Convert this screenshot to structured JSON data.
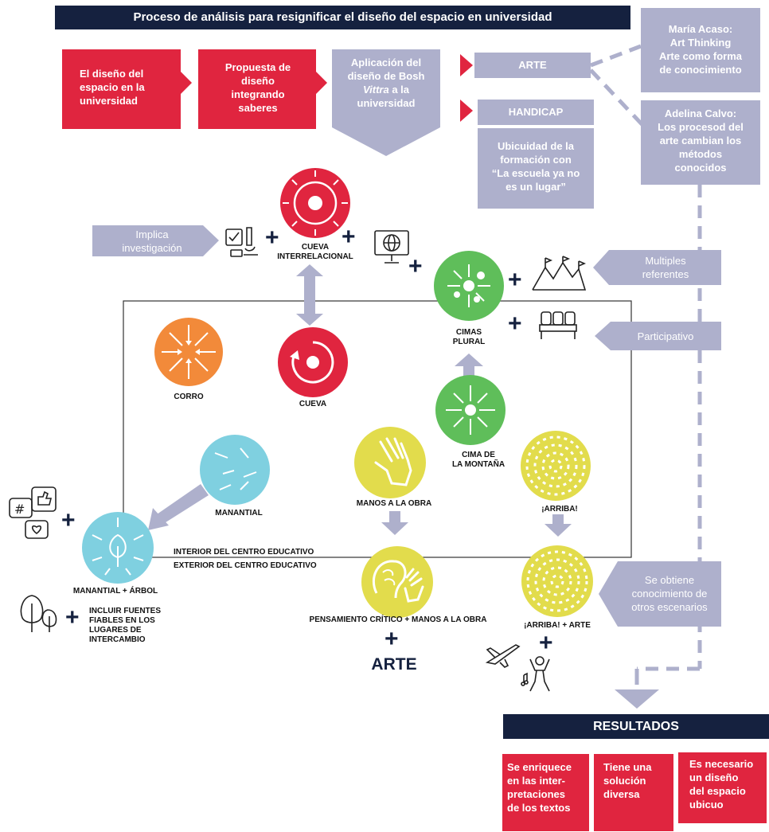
{
  "title": "Proceso de análisis para resignificar el diseño del espacio en universidad",
  "process": {
    "step1": "El diseño del\nespacio en la\nuniversidad",
    "step2": "Propuesta de\ndiseño\nintegrando\nsaberes",
    "step3_line1": "Aplicación del",
    "step3_line2": "diseño de Bosh",
    "step3_vittra": "Vittra",
    "step3_line3b": " a la",
    "step3_line4": "universidad",
    "arte": "ARTE",
    "handicap": "HANDICAP",
    "handicap_desc": "Ubicuidad de la\nformación con\n“La escuela ya no\nes un lugar”"
  },
  "authors": {
    "acaso": "María Acaso:\nArt Thinking\nArte como forma\nde conocimiento",
    "calvo": "Adelina Calvo:\nLos procesod del\narte cambian los\nmétodos\nconocidos"
  },
  "side_notes": {
    "investigacion": "Implica\ninvestigación",
    "referentes": "Multiples\nreferentes",
    "participativo": "Participativo",
    "escenarios": "Se obtiene\nconocimiento de\notros escenarios"
  },
  "spaces": {
    "cueva_inter": "CUEVA\nINTERRELACIONAL",
    "cimas": "CIMAS\nPLURAL",
    "corro": "CORRO",
    "cueva": "CUEVA",
    "cima": "CIMA DE\nLA MONTAÑA",
    "manantial": "MANANTIAL",
    "manos": "MANOS A LA OBRA",
    "arriba": "¡ARRIBA!",
    "manantial_arbol": "MANANTIAL + ÁRBOL",
    "pensamiento": "PENSAMIENTO CRÍTICO + MANOS A LA OBRA",
    "arriba_arte": "¡ARRIBA! + ARTE",
    "fuentes": "INCLUIR FUENTES\nFIABLES EN LOS\nLUGARES DE\nINTERCAMBIO",
    "arte_big": "ARTE"
  },
  "boundary": {
    "interior": "INTERIOR DEL CENTRO EDUCATIVO",
    "exterior": "EXTERIOR DEL CENTRO EDUCATIVO"
  },
  "results": {
    "header": "RESULTADOS",
    "r1": "Se enriquece\nen las inter-\npretaciones\nde los textos",
    "r2": "Tiene una\nsolución\ndiversa",
    "r3": "Es necesario\nun diseño\ndel espacio\nubicuo"
  },
  "plus_sign": "+",
  "colors": {
    "navy": "#15213f",
    "red": "#e0253f",
    "grey": "#aeb0cc",
    "orange": "#f28a3a",
    "green": "#5fbe5a",
    "cyan": "#7fd0e0",
    "yellow": "#e2dc4c"
  },
  "icons": [
    "microscope-icon",
    "globe-monitor-icon",
    "mountains-flags-icon",
    "seats-icon",
    "social-media-icon",
    "trees-icon",
    "airplane-icon",
    "dancer-icon",
    "brain-icon",
    "hand-icon"
  ]
}
